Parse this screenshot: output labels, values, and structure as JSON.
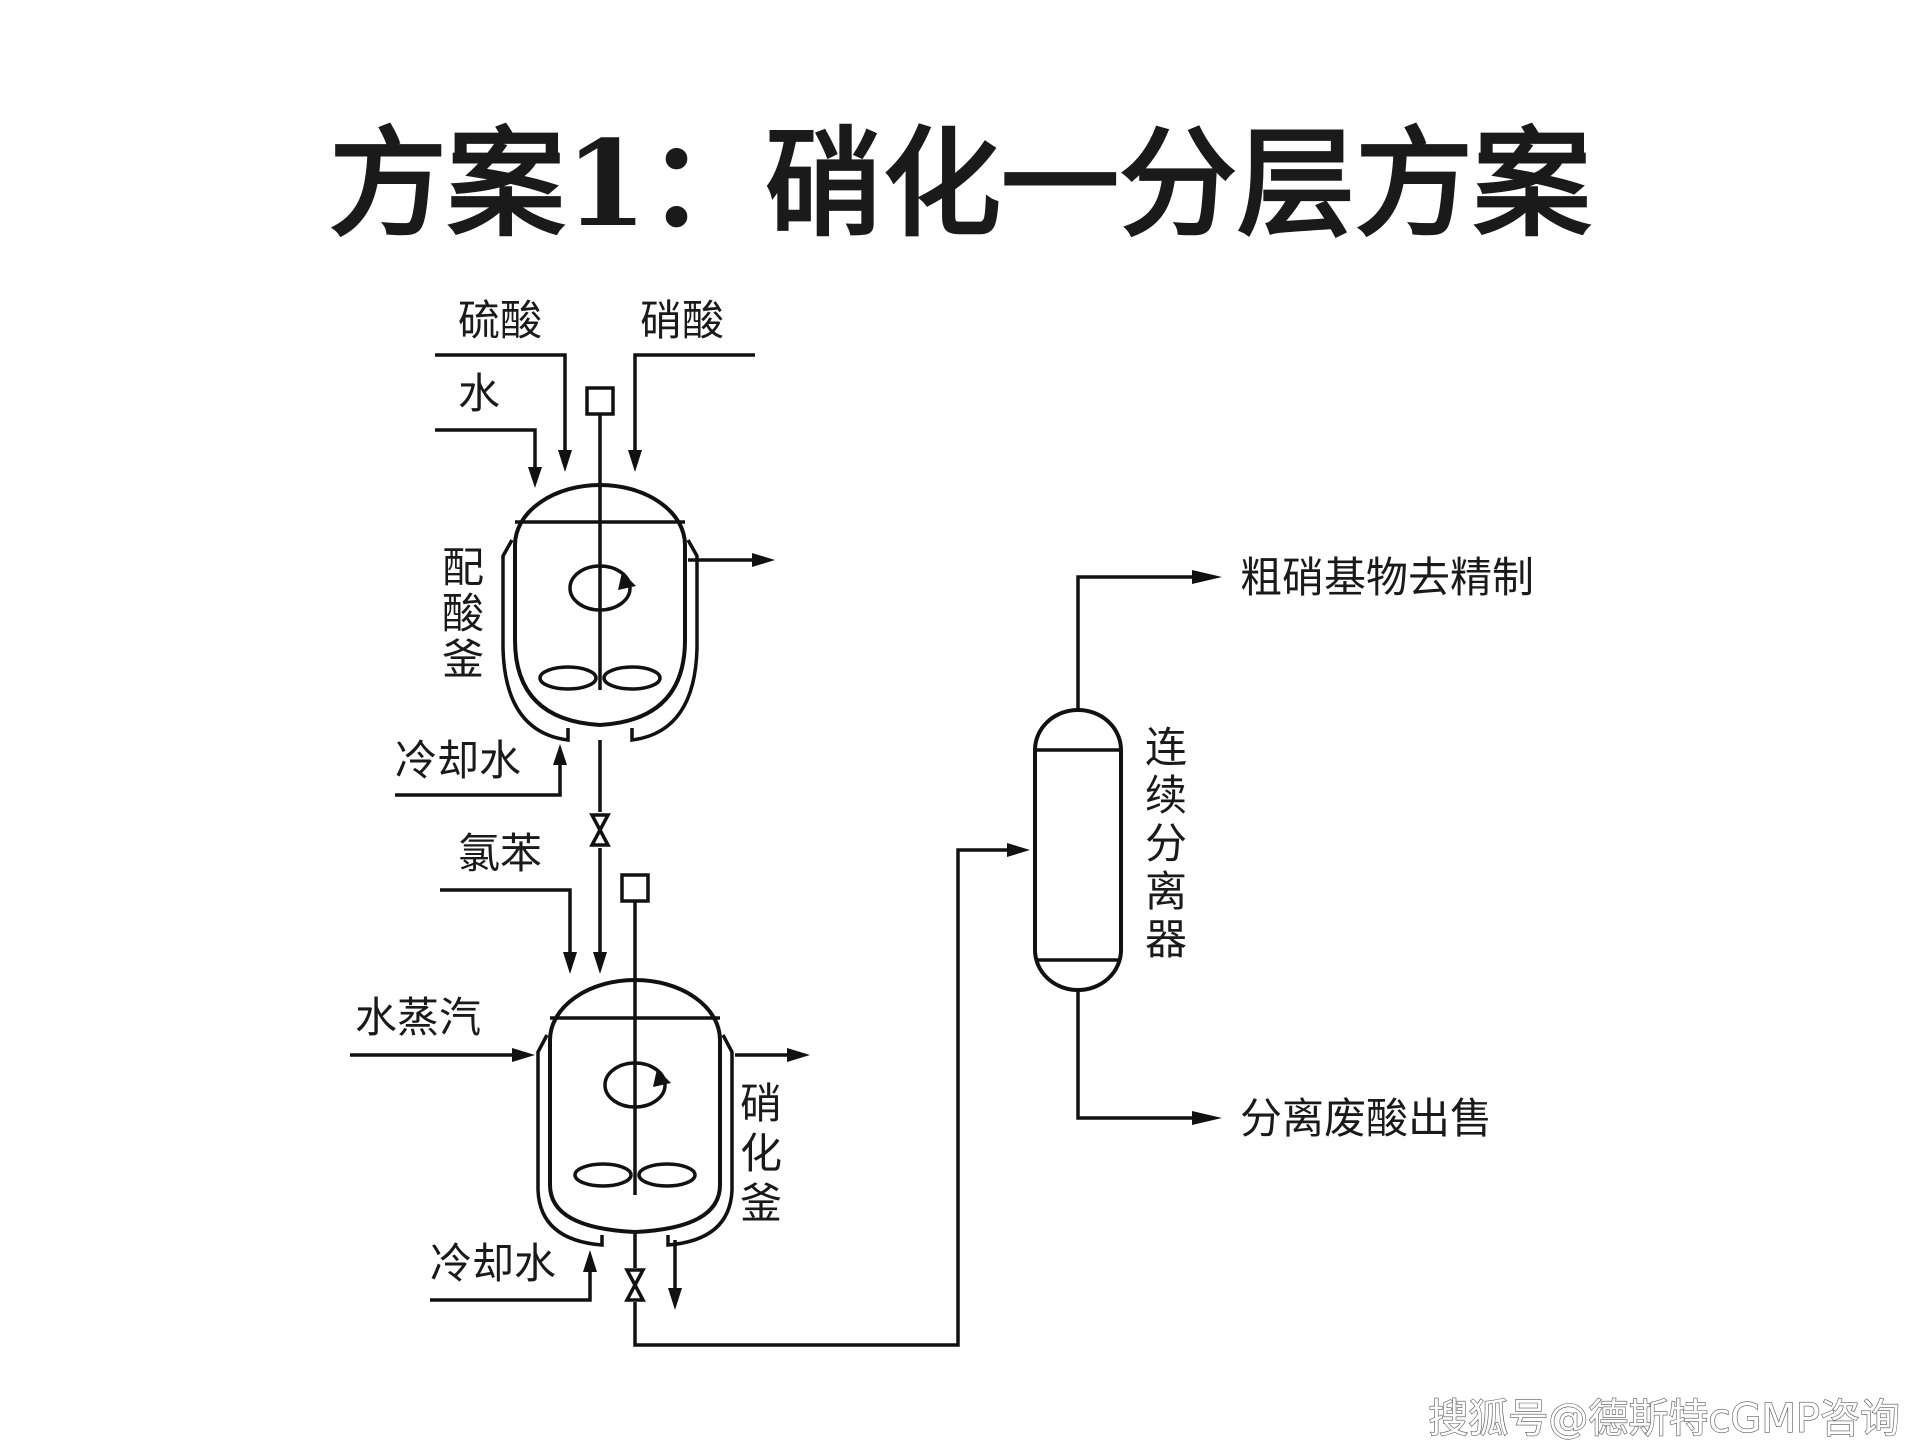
{
  "title": "方案1：硝化一分层方案",
  "labels": {
    "sulfuric_acid": "硫酸",
    "nitric_acid": "硝酸",
    "water": "水",
    "acid_mixing_kettle": [
      "配",
      "酸",
      "釜"
    ],
    "cooling_water_1": "冷却水",
    "chlorobenzene": "氯苯",
    "steam": "水蒸汽",
    "nitration_kettle": [
      "硝",
      "化",
      "釜"
    ],
    "cooling_water_2": "冷却水",
    "continuous_separator": [
      "连",
      "续",
      "分",
      "离",
      "器"
    ],
    "crude_product_out": "粗硝基物去精制",
    "waste_acid_out": "分离废酸出售"
  },
  "watermark": "搜狐号@德斯特cGMP咨询"
}
